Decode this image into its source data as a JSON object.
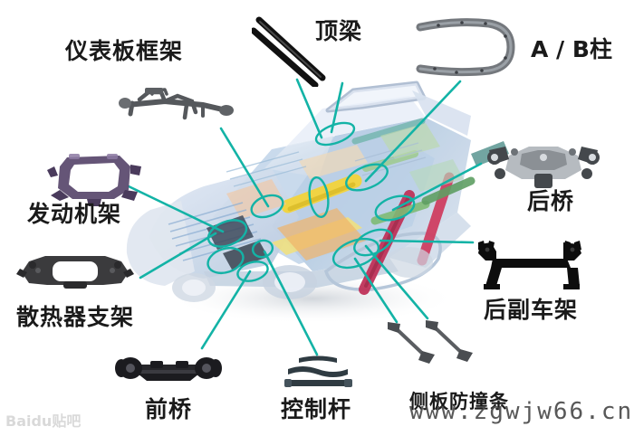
{
  "figure": {
    "type": "automotive-exploded-parts-diagram",
    "subject": "car body structural components",
    "background_color": "#ffffff",
    "leader_line_color": "#13b3a6",
    "label_color": "#1a1a1a"
  },
  "labels": {
    "instrument_panel_frame": "仪表板框架",
    "roof_beam": "顶梁",
    "a_b_pillar": "A / B柱",
    "engine_mount": "发动机架",
    "radiator_support": "散热器支架",
    "rear_axle": "后桥",
    "rear_subframe": "后副车架",
    "front_axle": "前桥",
    "control_arm": "控制杆",
    "side_impact_bar": "侧板防撞条"
  },
  "parts": [
    {
      "id": "instrument-panel-frame",
      "label": "仪表板框架",
      "color": "#4e4e52",
      "description": "tubular cross car beam"
    },
    {
      "id": "roof-beam",
      "label": "顶梁",
      "color": "#111111",
      "description": "two black diagonal roof rails"
    },
    {
      "id": "a-b-pillar",
      "label": "A / B柱",
      "color": "#6e7276",
      "description": "U shaped grey pillar tube"
    },
    {
      "id": "engine-mount",
      "label": "发动机架",
      "color": "#5a4a6b",
      "description": "purple metallic engine cradle frame"
    },
    {
      "id": "radiator-support",
      "label": "散热器支架",
      "color": "#3b3b3d",
      "description": "dark radiator support bracket"
    },
    {
      "id": "rear-axle",
      "label": "后桥",
      "color": "#a9adb1",
      "description": "chrome rear axle assembly"
    },
    {
      "id": "rear-subframe",
      "label": "后副车架",
      "color": "#0d0d0d",
      "description": "black rear subframe crossmember"
    },
    {
      "id": "front-axle",
      "label": "前桥",
      "color": "#1d1d1f",
      "description": "black front axle with hubs"
    },
    {
      "id": "control-arm",
      "label": "控制杆",
      "color": "#2f3b42",
      "description": "three dark control rods"
    },
    {
      "id": "side-impact-bar",
      "label": "侧板防撞条",
      "color": "#55585c",
      "description": "two side impact beams"
    }
  ],
  "watermarks": {
    "url": "www.zgwjw66.cn",
    "baidu": "Baidu贴吧"
  }
}
